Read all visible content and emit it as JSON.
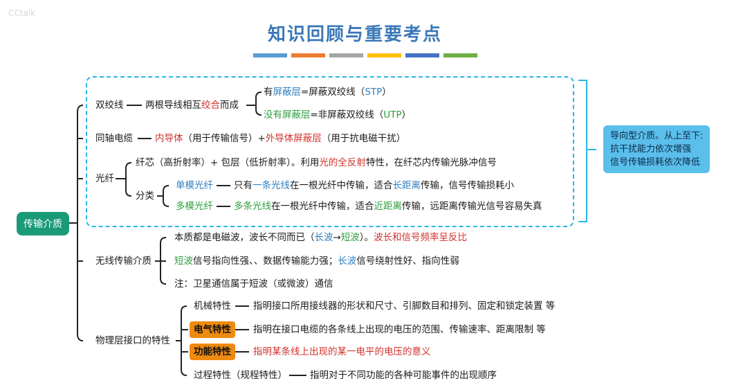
{
  "watermark": "CCtalk",
  "title": "知识回顾与重要考点",
  "title_bar_colors": [
    "#5b9bd5",
    "#ed7d31",
    "#a5a5a5",
    "#ffc000",
    "#4472c4",
    "#70ad47"
  ],
  "root": "传输介质",
  "branches": {
    "twisted_pair": {
      "label": "双绞线",
      "desc": "两根导线相互",
      "desc_em": "绞合",
      "desc_end": "而成",
      "stp": {
        "prefix": "有",
        "em": "屏蔽层",
        "rest": "=屏蔽双绞线（",
        "abbr": "STP",
        "close": "）"
      },
      "utp": {
        "em": "没有屏蔽层",
        "rest": "=非屏蔽双绞线（",
        "abbr": "UTP",
        "close": "）"
      }
    },
    "coax": {
      "label": "同轴电缆",
      "p1": "内导体",
      "p2": "（用于传输信号）+",
      "p3": "外导体屏蔽层",
      "p4": "（用于抗电磁干扰）"
    },
    "fiber": {
      "label": "光纤",
      "core_a": "纤芯（高折射率）+ 包层（低折射率）。利用",
      "core_em": "光的全反射",
      "core_b": "特性，在纤芯内传输光脉冲信号",
      "class_label": "分类",
      "single": {
        "label": "单模光纤",
        "a": "只有",
        "em1": "一条光线",
        "b": "在一根光纤中传输，适合",
        "em2": "长距离",
        "c": "传输，信号传输损耗小"
      },
      "multi": {
        "label": "多模光纤",
        "em1": "多条光线",
        "b": "在一根光纤中传输，适合",
        "em2": "近距离",
        "c": "传输，远距离传输光信号容易失真"
      }
    },
    "wireless": {
      "label": "无线传输介质",
      "l1a": "本质都是电磁波，波长不同而已（",
      "l1b": "长波",
      "l1c": "→",
      "l1d": "短波",
      "l1e": "）。",
      "l1f": "波长和信号频率呈反比",
      "l2a": "短波",
      "l2b": "信号指向性强、、数据传输能力强；",
      "l2c": "长波",
      "l2d": "信号绕射性好、指向性弱",
      "l3": "注：卫星通信属于短波（或微波）通信"
    },
    "physical": {
      "label": "物理层接口的特性",
      "mech": {
        "label": "机械特性",
        "desc": "指明接口所用接线器的形状和尺寸、引脚数目和排列、固定和锁定装置 等"
      },
      "elec": {
        "label": "电气特性",
        "desc": "指明在接口电缆的各条线上出现的电压的范围、传输速率、距离限制 等"
      },
      "func": {
        "label": "功能特性",
        "desc": "指明某条线上出现的某一电平的电压的意义"
      },
      "proc": {
        "label": "过程特性（规程特性）",
        "desc": "指明对于不同功能的各种可能事件的出现顺序"
      }
    }
  },
  "guided_note": {
    "line1": "导向型介质。从上至下:",
    "line2": "抗干扰能力依次增强",
    "line3": "信号传输损耗依次降低"
  }
}
